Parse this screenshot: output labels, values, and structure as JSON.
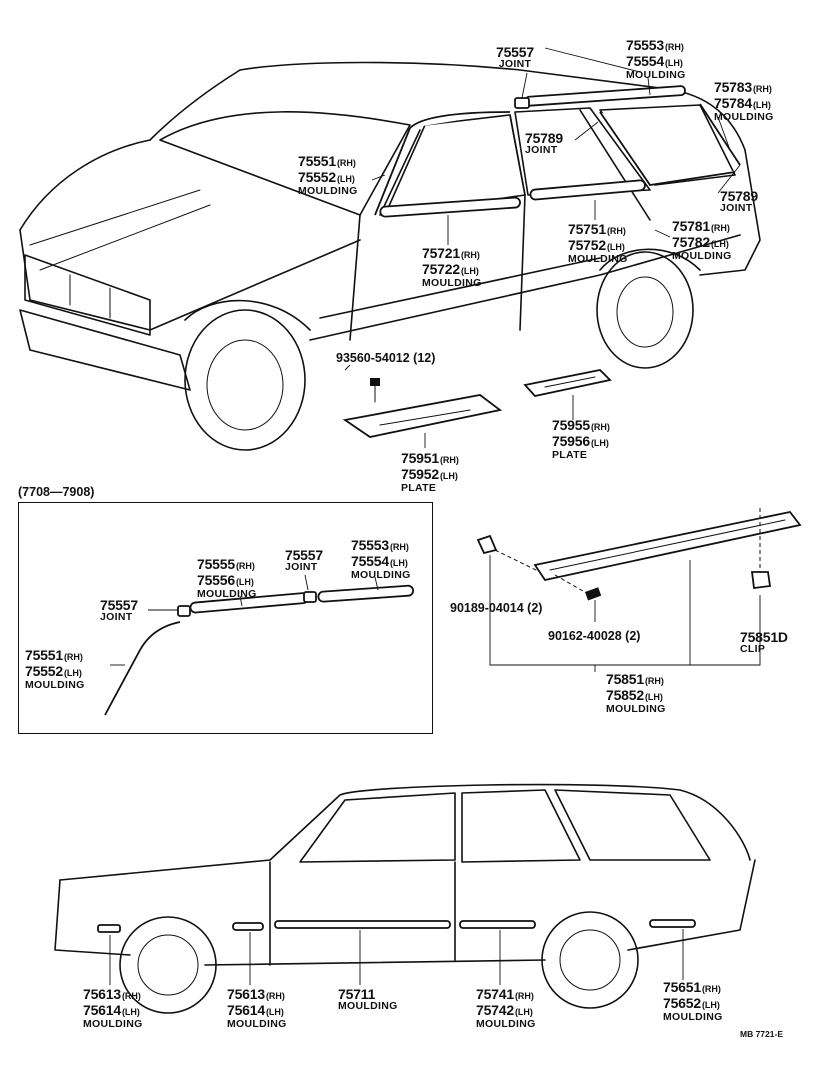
{
  "diagram": {
    "range_label": "(7708—7908)",
    "figure_code": "MB  7721-E",
    "top_view": {
      "joint_75557": {
        "num": "75557",
        "name": "JOINT"
      },
      "roof_moulding": {
        "rh": "75553",
        "rh_sfx": "(RH)",
        "lh": "75554",
        "lh_sfx": "(LH)",
        "name": "MOULDING"
      },
      "rear_roof_moulding": {
        "rh": "75783",
        "rh_sfx": "(RH)",
        "lh": "75784",
        "lh_sfx": "(LH)",
        "name": "MOULDING"
      },
      "joint_75789_a": {
        "num": "75789",
        "name": "JOINT"
      },
      "joint_75789_b": {
        "num": "75789",
        "name": "JOINT"
      },
      "windshield_moulding": {
        "rh": "75551",
        "rh_sfx": "(RH)",
        "lh": "75552",
        "lh_sfx": "(LH)",
        "name": "MOULDING"
      },
      "rear_door_moulding": {
        "rh": "75751",
        "rh_sfx": "(RH)",
        "lh": "75752",
        "lh_sfx": "(LH)",
        "name": "MOULDING"
      },
      "quarter_moulding": {
        "rh": "75781",
        "rh_sfx": "(RH)",
        "lh": "75782",
        "lh_sfx": "(LH)",
        "name": "MOULDING"
      },
      "front_door_moulding": {
        "rh": "75721",
        "rh_sfx": "(RH)",
        "lh": "75722",
        "lh_sfx": "(LH)",
        "name": "MOULDING"
      },
      "screw": {
        "num": "93560-54012 (12)"
      },
      "front_plate": {
        "rh": "75951",
        "rh_sfx": "(RH)",
        "lh": "75952",
        "lh_sfx": "(LH)",
        "name": "PLATE"
      },
      "rear_plate": {
        "rh": "75955",
        "rh_sfx": "(RH)",
        "lh": "75956",
        "lh_sfx": "(LH)",
        "name": "PLATE"
      }
    },
    "inset": {
      "joint_left": {
        "num": "75557",
        "name": "JOINT"
      },
      "joint_right": {
        "num": "75557",
        "name": "JOINT"
      },
      "mid_moulding": {
        "rh": "75555",
        "rh_sfx": "(RH)",
        "lh": "75556",
        "lh_sfx": "(LH)",
        "name": "MOULDING"
      },
      "rear_moulding": {
        "rh": "75553",
        "rh_sfx": "(RH)",
        "lh": "75554",
        "lh_sfx": "(LH)",
        "name": "MOULDING"
      },
      "pillar_moulding": {
        "rh": "75551",
        "rh_sfx": "(RH)",
        "lh": "75552",
        "lh_sfx": "(LH)",
        "name": "MOULDING"
      }
    },
    "rocker": {
      "bolt_a": {
        "num": "90189-04014 (2)"
      },
      "bolt_b": {
        "num": "90162-40028 (2)"
      },
      "clip": {
        "num": "75851D",
        "name": "CLIP"
      },
      "moulding": {
        "rh": "75851",
        "rh_sfx": "(RH)",
        "lh": "75852",
        "lh_sfx": "(LH)",
        "name": "MOULDING"
      }
    },
    "side_view": {
      "front_bumper": {
        "rh": "75613",
        "rh_sfx": "(RH)",
        "lh": "75614",
        "lh_sfx": "(LH)",
        "name": "MOULDING"
      },
      "fender": {
        "rh": "75613",
        "rh_sfx": "(RH)",
        "lh": "75614",
        "lh_sfx": "(LH)",
        "name": "MOULDING"
      },
      "door": {
        "num": "75711",
        "name": "MOULDING"
      },
      "rear_door": {
        "rh": "75741",
        "rh_sfx": "(RH)",
        "lh": "75742",
        "lh_sfx": "(LH)",
        "name": "MOULDING"
      },
      "rear_quarter": {
        "rh": "75651",
        "rh_sfx": "(RH)",
        "lh": "75652",
        "lh_sfx": "(LH)",
        "name": "MOULDING"
      }
    }
  }
}
